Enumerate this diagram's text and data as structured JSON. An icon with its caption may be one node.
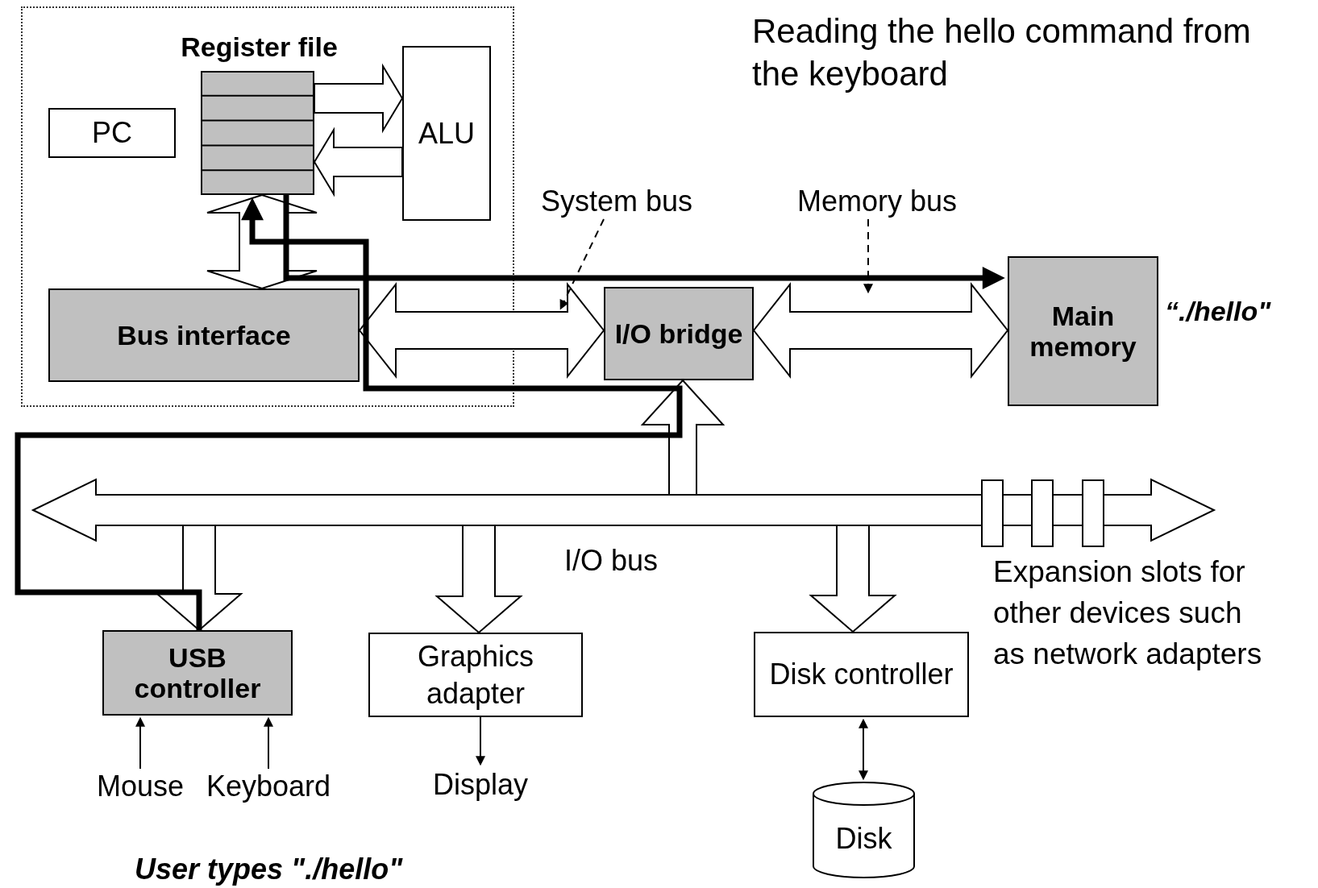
{
  "diagram": {
    "title": "Reading the hello command from the keyboard",
    "nodes": [
      {
        "text": [],
        "shape": "box"
      },
      {
        "text": [
          "Register file"
        ],
        "in": 0
      },
      {
        "text": [
          "PC"
        ],
        "in": 0
      },
      {
        "text": [
          "ALU"
        ],
        "in": 0
      },
      {
        "text": [
          "Bus interface"
        ],
        "in": 0
      },
      {
        "text": [
          "I/O bridge"
        ]
      },
      {
        "text": [
          "Main memory"
        ],
        "beside": [
          "“./hello\""
        ]
      },
      {
        "text": [
          "USB controller"
        ]
      },
      {
        "text": [
          "Graphics adapter"
        ]
      },
      {
        "text": [
          "Disk controller"
        ]
      },
      {
        "text": [
          "Mouse"
        ]
      },
      {
        "text": [
          "Keyboard"
        ]
      },
      {
        "text": [
          "Display"
        ]
      },
      {
        "text": [
          "Disk"
        ]
      },
      {
        "text": [
          "I/O bus"
        ]
      },
      {
        "text": [
          "System bus"
        ]
      },
      {
        "text": [
          "Memory bus"
        ]
      }
    ],
    "edges": [
      {
        "from": 1,
        "to": 3,
        "arrow": "to"
      },
      {
        "from": 3,
        "to": 1,
        "arrow": "to"
      },
      {
        "from": 1,
        "to": 4,
        "arrow": "both"
      },
      {
        "from": 4,
        "to": 5,
        "arrow": "both"
      },
      {
        "from": 5,
        "to": 6,
        "arrow": "both"
      },
      {
        "from": 14,
        "to": 5,
        "arrow": "to"
      },
      {
        "from": 14,
        "to": 7,
        "arrow": "to"
      },
      {
        "from": 14,
        "to": 8,
        "arrow": "to"
      },
      {
        "from": 14,
        "to": 9,
        "arrow": "to"
      },
      {
        "from": 10,
        "to": 7,
        "arrow": "to"
      },
      {
        "from": 11,
        "to": 7,
        "arrow": "to"
      },
      {
        "from": 8,
        "to": 12,
        "arrow": "to"
      },
      {
        "from": 9,
        "to": 13,
        "arrow": "both"
      },
      {
        "from": 15,
        "to": null,
        "arrow": "to",
        "style": "dashed"
      },
      {
        "from": 16,
        "to": null,
        "arrow": "to",
        "style": "dashed"
      },
      {
        "from": 7,
        "to": 1,
        "arrow": "to",
        "style": "thick"
      },
      {
        "from": 1,
        "to": 6,
        "arrow": "to",
        "style": "thick"
      }
    ],
    "labels": [
      "Expansion slots for other devices such as network adapters",
      "User types \"./hello\""
    ]
  }
}
